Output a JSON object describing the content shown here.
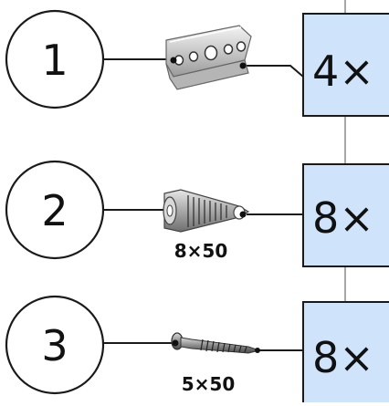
{
  "parts": [
    {
      "number": "1",
      "quantity": "4×",
      "size_label": "",
      "icon": "rail-bracket-icon"
    },
    {
      "number": "2",
      "quantity": "8×",
      "size_label": "8×50",
      "icon": "wall-plug-icon"
    },
    {
      "number": "3",
      "quantity": "8×",
      "size_label": "5×50",
      "icon": "screw-icon"
    }
  ],
  "colors": {
    "quantity_box_fill": "#cfe4fb",
    "stroke": "#1a1a1a",
    "connector_line": "#8a8a8a"
  }
}
